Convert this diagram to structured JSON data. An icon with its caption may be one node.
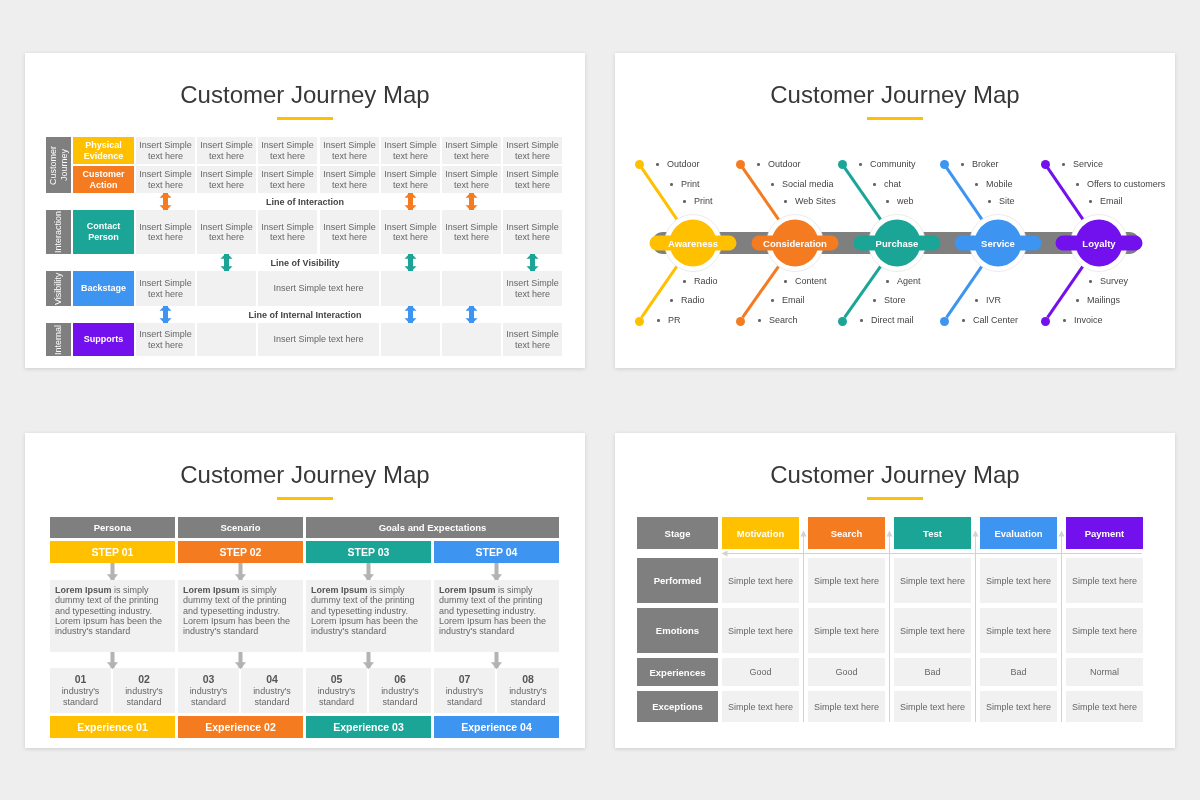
{
  "diagram": {
    "nodes": [
      {
        "text": [
          "Customer Journey Map"
        ]
      },
      {
        "text": [
          "Customer Journey"
        ],
        "in": 0
      },
      {
        "text": [
          "Physical Evidence"
        ],
        "in": 0
      },
      {
        "text": [
          "Insert Simple text here"
        ],
        "in": 0
      },
      {
        "text": [
          "Insert Simple text here"
        ],
        "in": 0
      },
      {
        "text": [
          "Insert Simple text here"
        ],
        "in": 0
      },
      {
        "text": [
          "Insert Simple text here"
        ],
        "in": 0
      },
      {
        "text": [
          "Insert Simple text here"
        ],
        "in": 0
      },
      {
        "text": [
          "Insert Simple text here"
        ],
        "in": 0
      },
      {
        "text": [
          "Insert Simple text here"
        ],
        "in": 0
      },
      {
        "text": [
          "Customer Action"
        ],
        "in": 0
      },
      {
        "text": [
          "Insert Simple text here"
        ],
        "in": 0
      },
      {
        "text": [
          "Insert Simple text here"
        ],
        "in": 0
      },
      {
        "text": [
          "Insert Simple text here"
        ],
        "in": 0
      },
      {
        "text": [
          "Insert Simple text here"
        ],
        "in": 0
      },
      {
        "text": [
          "Insert Simple text here"
        ],
        "in": 0
      },
      {
        "text": [
          "Insert Simple text here"
        ],
        "in": 0
      },
      {
        "text": [
          "Insert Simple text here"
        ],
        "in": 0
      },
      {
        "text": [
          "Interaction"
        ],
        "in": 0
      },
      {
        "text": [
          "Contact Person"
        ],
        "in": 0
      },
      {
        "text": [
          "Insert Simple text here"
        ],
        "in": 0
      },
      {
        "text": [
          "Insert Simple text here"
        ],
        "in": 0
      },
      {
        "text": [
          "Insert Simple text here"
        ],
        "in": 0
      },
      {
        "text": [
          "Insert Simple text here"
        ],
        "in": 0
      },
      {
        "text": [
          "Insert Simple text here"
        ],
        "in": 0
      },
      {
        "text": [
          "Insert Simple text here"
        ],
        "in": 0
      },
      {
        "text": [
          "Insert Simple text here"
        ],
        "in": 0
      },
      {
        "text": [
          "Visibility"
        ],
        "in": 0
      },
      {
        "text": [
          "Backstage"
        ],
        "in": 0
      },
      {
        "text": [
          "Insert Simple text here"
        ],
        "in": 0
      },
      {
        "text": [],
        "shape": "box",
        "in": 0
      },
      {
        "text": [
          "Insert Simple text here"
        ],
        "in": 0
      },
      {
        "text": [],
        "shape": "box",
        "in": 0
      },
      {
        "text": [],
        "shape": "box",
        "in": 0
      },
      {
        "text": [
          "Insert Simple text here"
        ],
        "in": 0
      },
      {
        "text": [
          "Internal"
        ],
        "in": 0
      },
      {
        "text": [
          "Supports"
        ],
        "in": 0
      },
      {
        "text": [
          "Insert Simple text here"
        ],
        "in": 0
      },
      {
        "text": [],
        "shape": "box",
        "in": 0
      },
      {
        "text": [
          "Insert Simple text here"
        ],
        "in": 0
      },
      {
        "text": [],
        "shape": "box",
        "in": 0
      },
      {
        "text": [],
        "shape": "box",
        "in": 0
      },
      {
        "text": [
          "Insert Simple text here"
        ],
        "in": 0
      },
      {
        "text": [
          "Customer Journey Map"
        ]
      },
      {
        "text": [],
        "shape": "circle",
        "in": 43
      },
      {
        "text": [],
        "shape": "circle",
        "in": 43
      },
      {
        "text": [],
        "shape": "circle",
        "in": 43
      },
      {
        "text": [],
        "shape": "circle",
        "in": 43
      },
      {
        "text": [],
        "shape": "circle",
        "in": 43
      },
      {
        "text": [
          "Awareness"
        ],
        "in": 43
      },
      {
        "text": [
          "Consideration"
        ],
        "in": 43
      },
      {
        "text": [
          "Purchase"
        ],
        "in": 43
      },
      {
        "text": [
          "Service"
        ],
        "in": 43
      },
      {
        "text": [
          "Loyalty"
        ],
        "in": 43
      },
      {
        "text": [],
        "shape": "circle",
        "in": 43
      },
      {
        "text": [],
        "shape": "circle",
        "in": 43
      },
      {
        "text": [],
        "shape": "circle",
        "in": 43
      },
      {
        "text": [],
        "shape": "circle",
        "in": 43
      },
      {
        "text": [],
        "shape": "circle",
        "in": 43
      },
      {
        "text": [
          "Customer Journey Map"
        ]
      },
      {
        "text": [
          "Persona"
        ],
        "in": 59
      },
      {
        "text": [
          "Scenario"
        ],
        "in": 59
      },
      {
        "text": [
          "Goals and Expectations"
        ],
        "in": 59
      },
      {
        "text": [
          "STEP 01"
        ],
        "in": 59
      },
      {
        "text": [
          "STEP 02"
        ],
        "in": 59
      },
      {
        "text": [
          "STEP 03"
        ],
        "in": 59
      },
      {
        "text": [
          "STEP 04"
        ],
        "in": 59
      },
      {
        "text": [
          "**Lorem Ipsum** is simply dummy text of the printing and typesetting industry. Lorem Ipsum has been the industry's standard"
        ],
        "in": 59
      },
      {
        "text": [
          "**Lorem Ipsum** is simply dummy text of the printing and typesetting industry. Lorem Ipsum has been the industry's standard"
        ],
        "in": 59
      },
      {
        "text": [
          "**Lorem Ipsum** is simply dummy text of the printing and typesetting industry. Lorem Ipsum has been the industry's standard"
        ],
        "in": 59
      },
      {
        "text": [
          "**Lorem Ipsum** is simply dummy text of the printing and typesetting industry. Lorem Ipsum has been the industry's standard"
        ],
        "in": 59
      },
      {
        "text": [
          "01",
          "industry's standard"
        ],
        "in": 59
      },
      {
        "text": [
          "02",
          "industry's standard"
        ],
        "in": 59
      },
      {
        "text": [
          "03",
          "industry's standard"
        ],
        "in": 59
      },
      {
        "text": [
          "04",
          "industry's standard"
        ],
        "in": 59
      },
      {
        "text": [
          "05",
          "industry's standard"
        ],
        "in": 59
      },
      {
        "text": [
          "06",
          "industry's standard"
        ],
        "in": 59
      },
      {
        "text": [
          "07",
          "industry's standard"
        ],
        "in": 59
      },
      {
        "text": [
          "08",
          "industry's standard"
        ],
        "in": 59
      },
      {
        "text": [
          "Experience 01"
        ],
        "in": 59
      },
      {
        "text": [
          "Experience 02"
        ],
        "in": 59
      },
      {
        "text": [
          "Experience 03"
        ],
        "in": 59
      },
      {
        "text": [
          "Experience 04"
        ],
        "in": 59
      },
      {
        "text": [
          "Customer Journey Map"
        ]
      },
      {
        "text": [
          "Stage"
        ],
        "in": 83
      },
      {
        "text": [
          "Motivation"
        ],
        "in": 83
      },
      {
        "text": [
          "Search"
        ],
        "in": 83
      },
      {
        "text": [
          "Test"
        ],
        "in": 83
      },
      {
        "text": [
          "Evaluation"
        ],
        "in": 83
      },
      {
        "text": [
          "Payment"
        ],
        "in": 83
      },
      {
        "text": [
          "Performed"
        ],
        "in": 83
      },
      {
        "text": [
          "Simple text here"
        ],
        "in": 83
      },
      {
        "text": [
          "Simple text here"
        ],
        "in": 83
      },
      {
        "text": [
          "Simple text here"
        ],
        "in": 83
      },
      {
        "text": [
          "Simple text here"
        ],
        "in": 83
      },
      {
        "text": [
          "Simple text here"
        ],
        "in": 83
      },
      {
        "text": [
          "Emotions"
        ],
        "in": 83
      },
      {
        "text": [
          "Simple text here"
        ],
        "in": 83
      },
      {
        "text": [
          "Simple text here"
        ],
        "in": 83
      },
      {
        "text": [
          "Simple text here"
        ],
        "in": 83
      },
      {
        "text": [
          "Simple text here"
        ],
        "in": 83
      },
      {
        "text": [
          "Simple text here"
        ],
        "in": 83
      },
      {
        "text": [
          "Experiences"
        ],
        "in": 83
      },
      {
        "text": [
          "Good"
        ],
        "in": 83
      },
      {
        "text": [
          "Good"
        ],
        "in": 83
      },
      {
        "text": [
          "Bad"
        ],
        "in": 83
      },
      {
        "text": [
          "Bad"
        ],
        "in": 83
      },
      {
        "text": [
          "Normal"
        ],
        "in": 83
      },
      {
        "text": [
          "Exceptions"
        ],
        "in": 83
      },
      {
        "text": [
          "Simple text here"
        ],
        "in": 83
      },
      {
        "text": [
          "Simple text here"
        ],
        "in": 83
      },
      {
        "text": [
          "Simple text here"
        ],
        "in": 83
      },
      {
        "text": [
          "Simple text here"
        ],
        "in": 83
      },
      {
        "text": [
          "Simple text here"
        ],
        "in": 83
      }
    ],
    "edges": [
      {
        "from": 11,
        "to": 20,
        "arrow": "both",
        "color": "#f47b20"
      },
      {
        "from": 15,
        "to": 24,
        "arrow": "both",
        "color": "#f47b20"
      },
      {
        "from": 16,
        "to": 25,
        "arrow": "both",
        "color": "#f47b20"
      },
      {
        "from": 21,
        "to": 30,
        "arrow": "both",
        "color": "#1ba597"
      },
      {
        "from": 24,
        "to": 32,
        "arrow": "both",
        "color": "#1ba597"
      },
      {
        "from": 26,
        "to": 34,
        "arrow": "both",
        "color": "#1ba597"
      },
      {
        "from": 29,
        "to": 37,
        "arrow": "both",
        "color": "#3d94f1"
      },
      {
        "from": 32,
        "to": 40,
        "arrow": "both",
        "color": "#3d94f1"
      },
      {
        "from": 33,
        "to": 41,
        "arrow": "both",
        "color": "#3d94f1"
      },
      {
        "from": 49,
        "to": 44,
        "arrow": "none",
        "color": "#ffc000"
      },
      {
        "from": 49,
        "to": 54,
        "arrow": "none",
        "color": "#ffc000"
      },
      {
        "from": 50,
        "to": 45,
        "arrow": "none",
        "color": "#f47b20"
      },
      {
        "from": 50,
        "to": 55,
        "arrow": "none",
        "color": "#f47b20"
      },
      {
        "from": 51,
        "to": 46,
        "arrow": "none",
        "color": "#1ba597"
      },
      {
        "from": 51,
        "to": 56,
        "arrow": "none",
        "color": "#1ba597"
      },
      {
        "from": 52,
        "to": 47,
        "arrow": "none",
        "color": "#3d94f1"
      },
      {
        "from": 52,
        "to": 57,
        "arrow": "none",
        "color": "#3d94f1"
      },
      {
        "from": 53,
        "to": 48,
        "arrow": "none",
        "color": "#7311ee"
      },
      {
        "from": 53,
        "to": 58,
        "arrow": "none",
        "color": "#7311ee"
      },
      {
        "from": 63,
        "to": 67,
        "arrow": "to"
      },
      {
        "from": 64,
        "to": 68,
        "arrow": "to"
      },
      {
        "from": 65,
        "to": 69,
        "arrow": "to"
      },
      {
        "from": 66,
        "to": 70,
        "arrow": "to"
      },
      {
        "from": 67,
        "to": 71,
        "arrow": "to"
      },
      {
        "from": 67,
        "to": 72,
        "arrow": "to"
      },
      {
        "from": 68,
        "to": 73,
        "arrow": "to"
      },
      {
        "from": 68,
        "to": 74,
        "arrow": "to"
      },
      {
        "from": 69,
        "to": 75,
        "arrow": "to"
      },
      {
        "from": 69,
        "to": 76,
        "arrow": "to"
      },
      {
        "from": 70,
        "to": 77,
        "arrow": "to"
      },
      {
        "from": 70,
        "to": 78,
        "arrow": "to"
      },
      {
        "from": 49,
        "to": 50,
        "arrow": "none",
        "style": "thick",
        "color": "#7f7f7f"
      },
      {
        "from": 50,
        "to": 51,
        "arrow": "none",
        "style": "thick",
        "color": "#7f7f7f"
      },
      {
        "from": 51,
        "to": 52,
        "arrow": "none",
        "style": "thick",
        "color": "#7f7f7f"
      },
      {
        "from": 52,
        "to": 53,
        "arrow": "none",
        "style": "thick",
        "color": "#7f7f7f"
      },
      {
        "from": 109,
        "to": 85,
        "arrow": "to",
        "color": "#d2d2d2"
      },
      {
        "from": 110,
        "to": 86,
        "arrow": "to",
        "color": "#d2d2d2"
      },
      {
        "from": 111,
        "to": 87,
        "arrow": "to",
        "color": "#d2d2d2"
      },
      {
        "from": 112,
        "to": 88,
        "arrow": "to",
        "color": "#d2d2d2"
      },
      {
        "from": 89,
        "to": 85,
        "arrow": "to",
        "color": "#d2d2d2"
      }
    ],
    "labels": [
      "Line of Interaction",
      "Line of Visibility",
      "Line of Internal Interaction",
      "Outdoor",
      "Outdoor",
      "Community",
      "Broker",
      "Service",
      "Print",
      "Social media",
      "chat",
      "Mobile",
      "Offers to customers",
      "Print",
      "Web Sites",
      "web",
      "Site",
      "Email",
      "Radio",
      "Content",
      "Agent",
      "Survey",
      "Radio",
      "Email",
      "Store",
      "IVR",
      "Mailings",
      "PR",
      "Search",
      "Direct mail",
      "Call Center",
      "Invoice"
    ]
  }
}
